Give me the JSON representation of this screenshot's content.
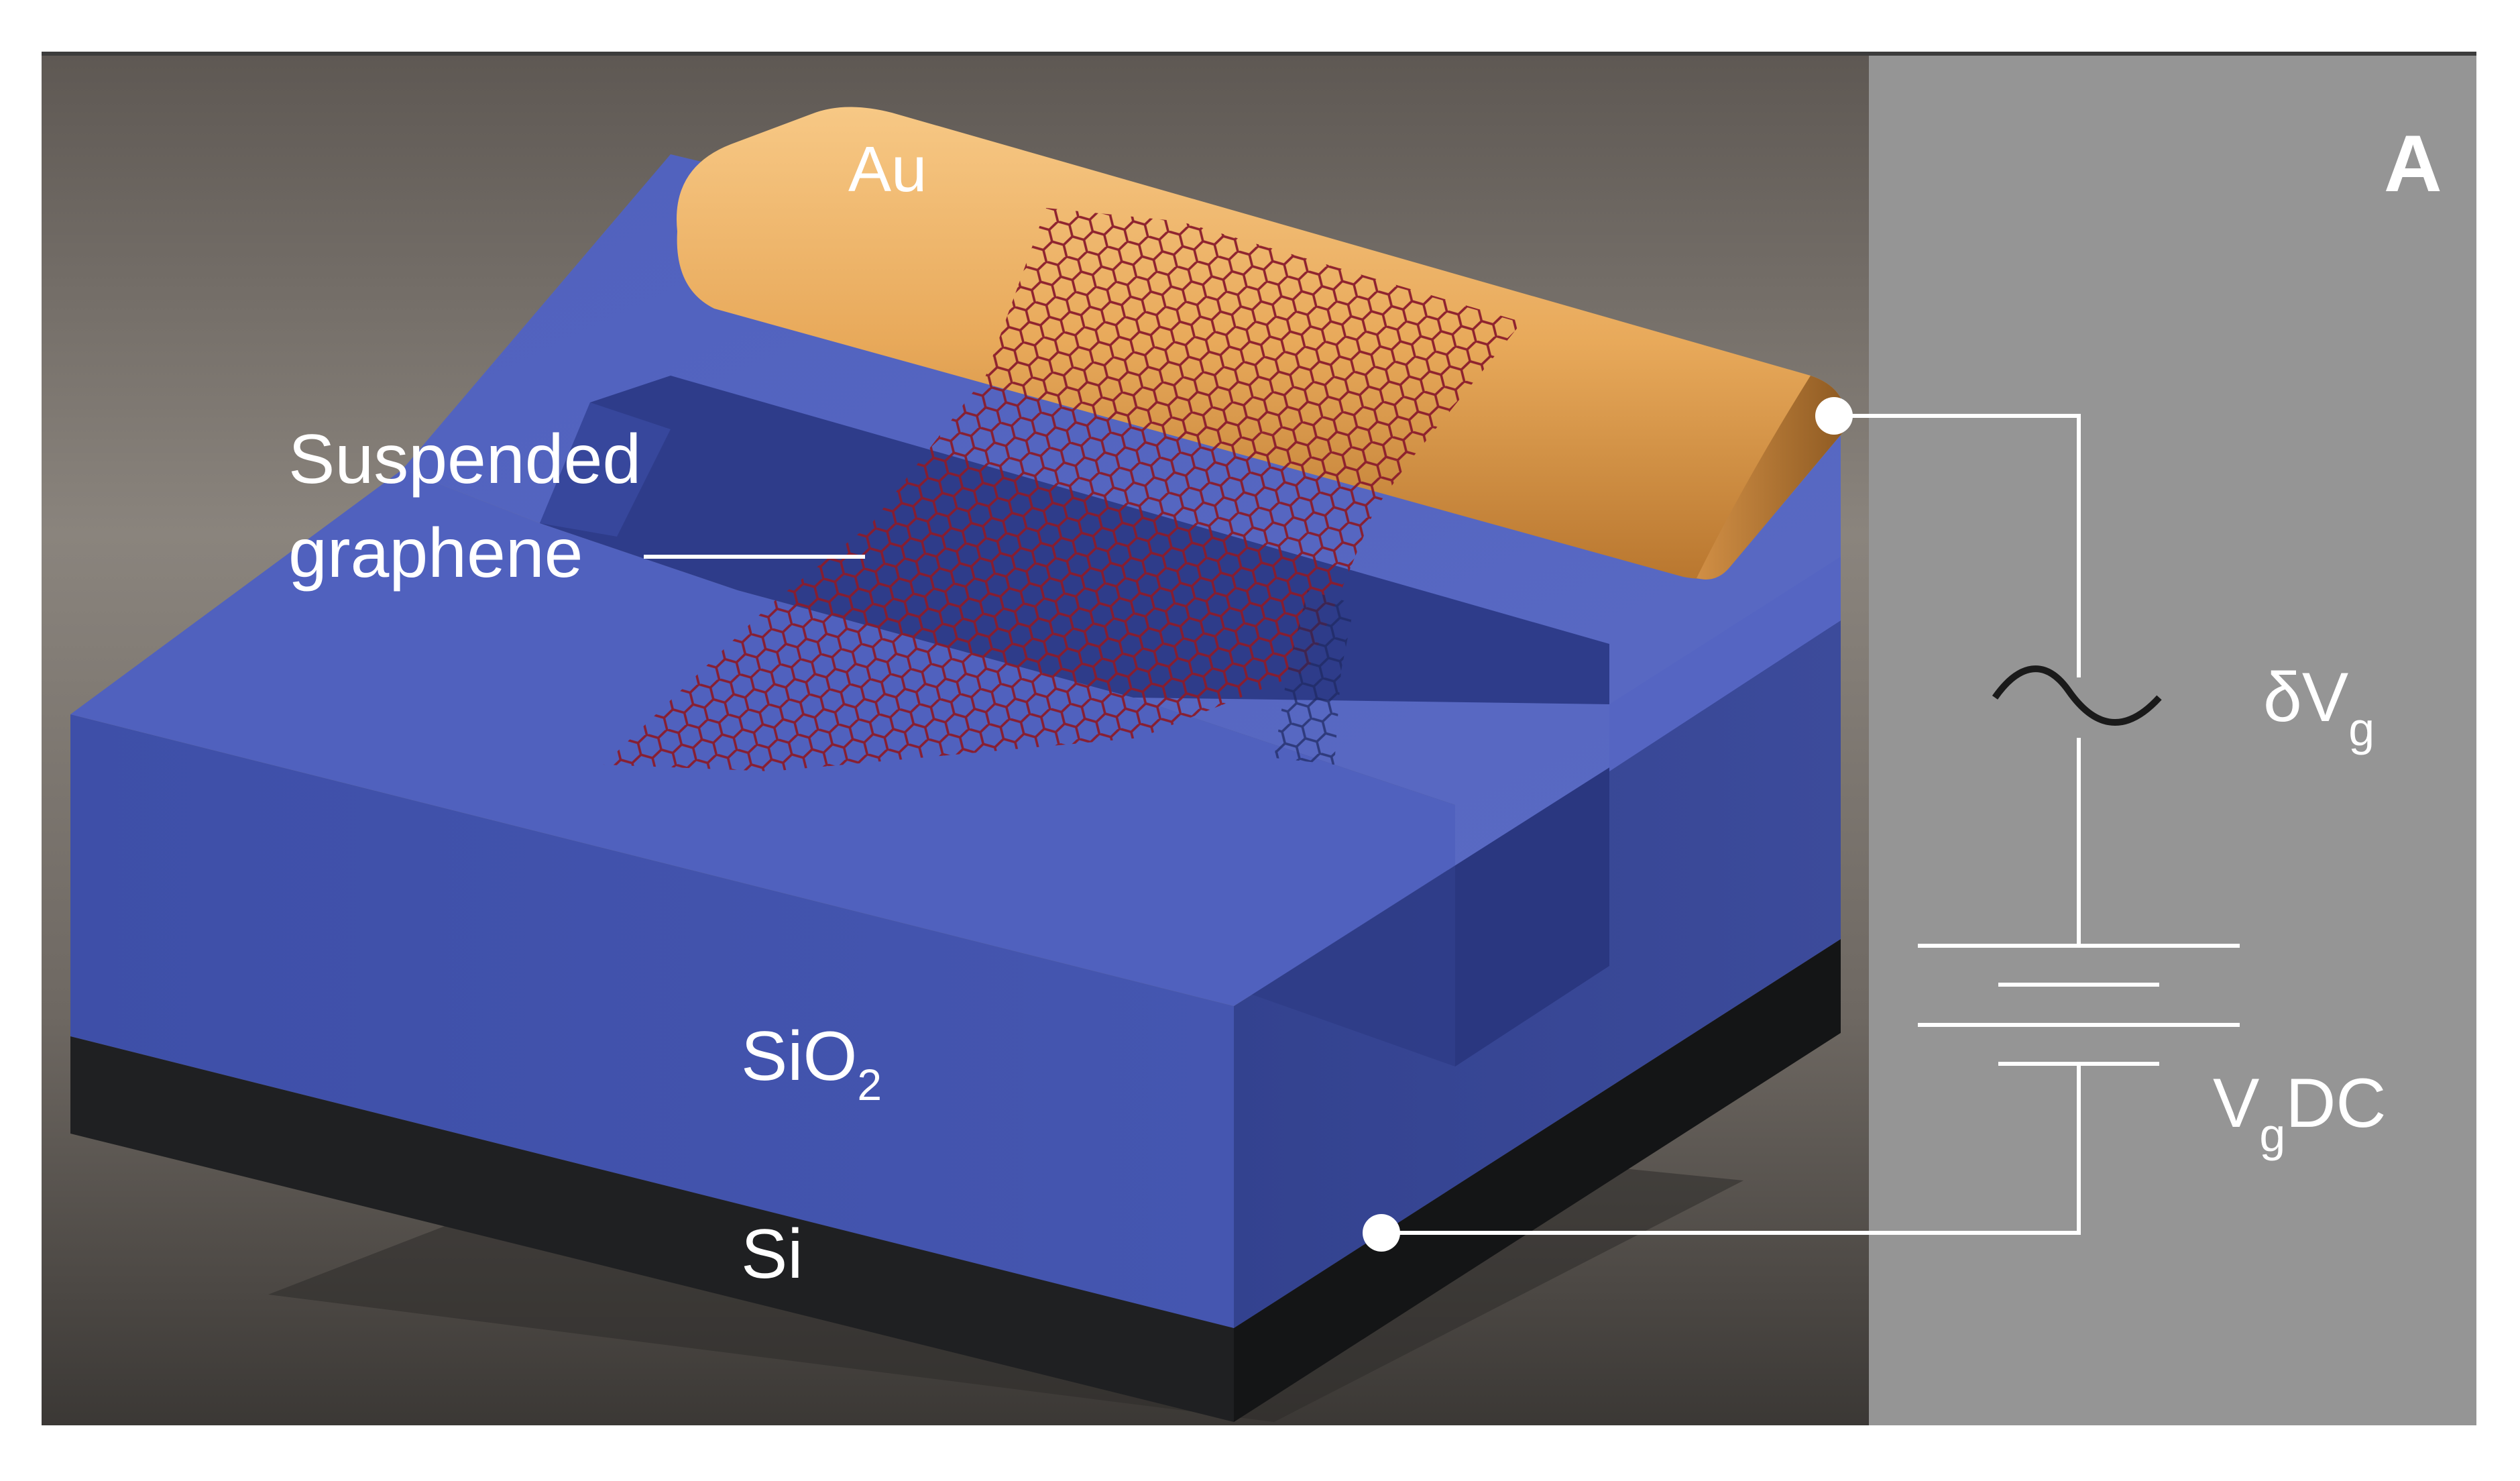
{
  "figure": {
    "panel_label": "A",
    "labels": {
      "gold_contact": "Au",
      "suspended_line1": "Suspended",
      "suspended_line2": "graphene",
      "oxide_base": "SiO",
      "oxide_sub": "2",
      "silicon": "Si",
      "ac_symbol": "δV",
      "ac_sub": "g",
      "dc_base": "V",
      "dc_sub": "g",
      "dc_suffix": "DC"
    },
    "colors": {
      "oxide": "#4a5cb4",
      "silicon": "#202124",
      "gold": "#e8a95a",
      "graphene": "#8a1c2c",
      "circuit_panel": "#959595",
      "background": "#6d6661",
      "wire": "#ffffff"
    },
    "icons": {
      "ac_source": "sine-wave-icon",
      "dc_source": "battery-icon",
      "terminals": "terminal-dot-icon"
    }
  }
}
